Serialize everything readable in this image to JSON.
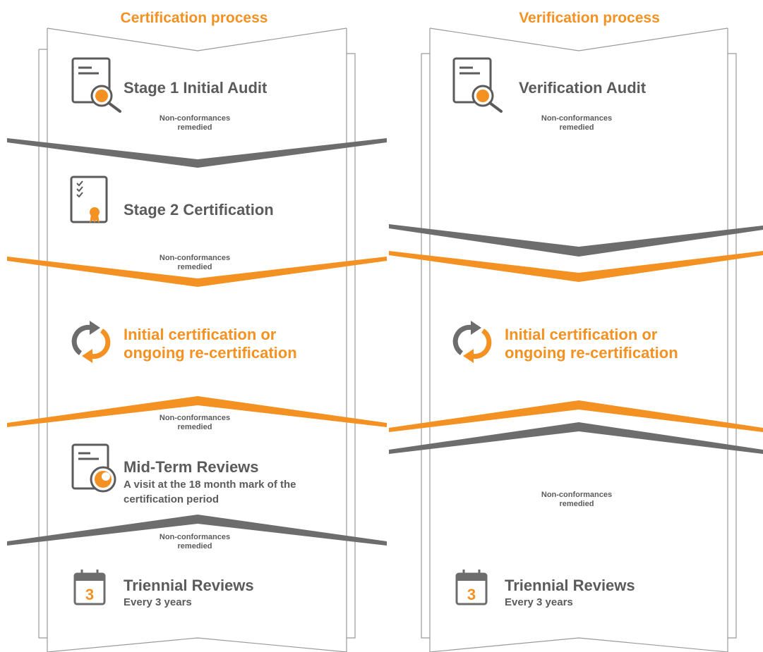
{
  "left": {
    "title": "Certification process",
    "stage1": "Stage 1 Initial Audit",
    "stage2": "Stage 2 Certification",
    "cycle_line1": "Initial certification or",
    "cycle_line2": "ongoing re-certification",
    "midterm_title": "Mid-Term Reviews",
    "midterm_sub1": "A visit at the 18 month mark of the",
    "midterm_sub2": "certification period",
    "triennial_title": "Triennial Reviews",
    "triennial_sub": "Every 3 years",
    "calendar_number": "3"
  },
  "right": {
    "title": "Verification process",
    "audit": "Verification Audit",
    "cycle_line1": "Initial certification or",
    "cycle_line2": "ongoing re-certification",
    "triennial_title": "Triennial Reviews",
    "triennial_sub": "Every 3 years",
    "calendar_number": "3"
  },
  "nc_line1": "Non-conformances",
  "nc_line2": "remedied",
  "colors": {
    "orange": "#f39223",
    "grey": "#6d6d6d",
    "text": "#5b5b5b",
    "line": "#9a9a9a"
  },
  "icons": [
    "document-search-icon",
    "certificate-icon",
    "refresh-cycle-icon",
    "review-document-icon",
    "calendar-icon"
  ]
}
